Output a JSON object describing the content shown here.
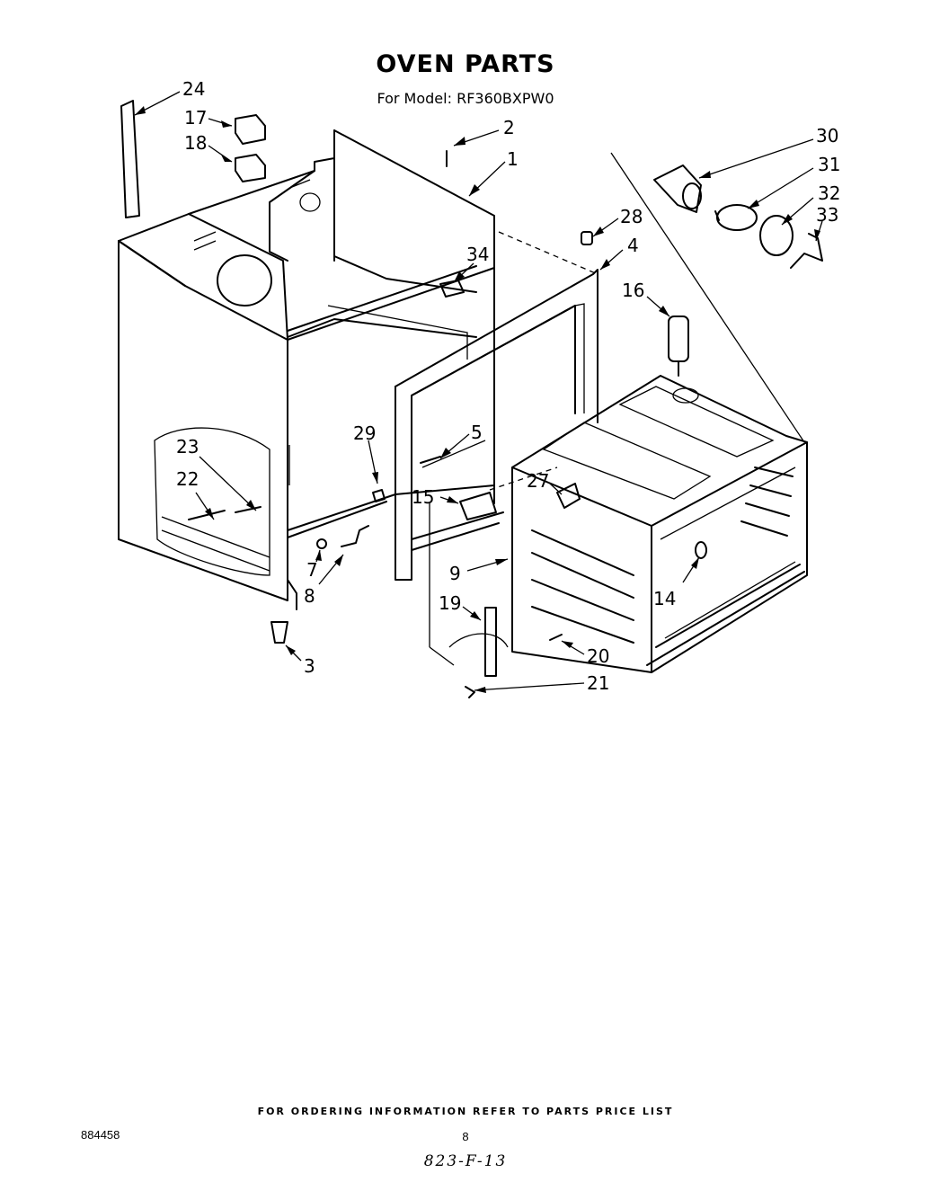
{
  "header": {
    "title": "OVEN PARTS",
    "subtitle": "For Model: RF360BXPW0"
  },
  "callouts": {
    "c1": "1",
    "c2": "2",
    "c3": "3",
    "c4": "4",
    "c5": "5",
    "c7": "7",
    "c8": "8",
    "c9": "9",
    "c14": "14",
    "c15": "15",
    "c16": "16",
    "c17": "17",
    "c18": "18",
    "c19": "19",
    "c20": "20",
    "c21": "21",
    "c22": "22",
    "c23": "23",
    "c24": "24",
    "c27": "27",
    "c28": "28",
    "c29": "29",
    "c30": "30",
    "c31": "31",
    "c32": "32",
    "c33": "33",
    "c34": "34"
  },
  "footer": {
    "ordering_note": "FOR ORDERING INFORMATION REFER TO PARTS PRICE LIST",
    "doc_number": "884458",
    "page_number": "8",
    "handwritten_code": "823-F-13"
  }
}
